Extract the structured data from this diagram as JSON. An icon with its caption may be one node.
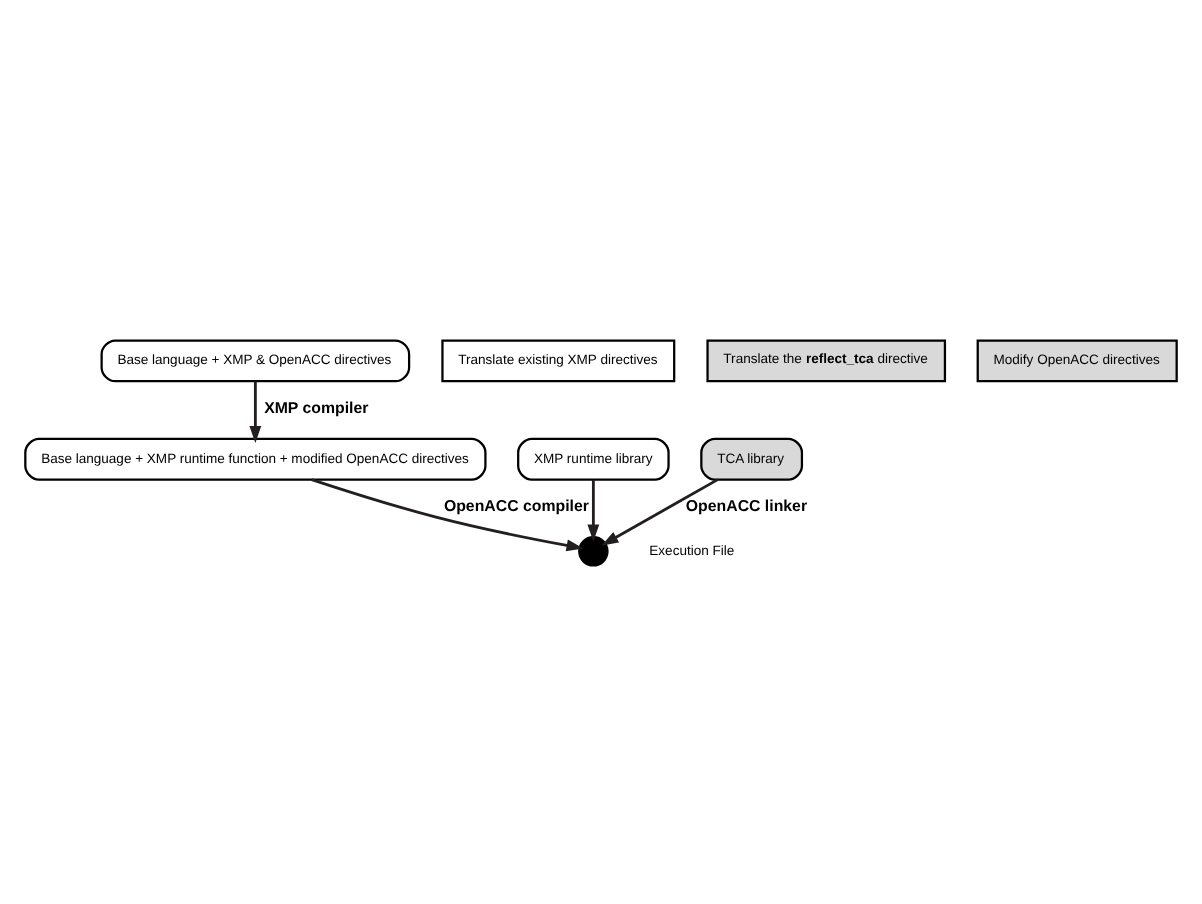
{
  "diagram": {
    "nodes": [
      {
        "text": [
          "Base language + XMP & OpenACC directives"
        ]
      },
      {
        "text": [
          "Translate existing XMP directives"
        ]
      },
      {
        "text": [
          "Translate the **reflect_tca** directive"
        ]
      },
      {
        "text": [
          "Modify OpenACC directives"
        ]
      },
      {
        "text": [
          "Base language + XMP runtime function + modified OpenACC directives"
        ]
      },
      {
        "text": [
          "XMP runtime library"
        ]
      },
      {
        "text": [
          "TCA library"
        ]
      },
      {
        "text": [],
        "shape": "circle",
        "beside": [
          "Execution File"
        ]
      }
    ],
    "edges": [
      {
        "from": 0,
        "to": 4,
        "arrow": "to",
        "label": "XMP compiler"
      },
      {
        "from": 4,
        "to": 7,
        "arrow": "to",
        "label": "OpenACC compiler"
      },
      {
        "from": 5,
        "to": 7,
        "arrow": "to"
      },
      {
        "from": 6,
        "to": 7,
        "arrow": "to",
        "label": "OpenACC linker"
      }
    ]
  }
}
